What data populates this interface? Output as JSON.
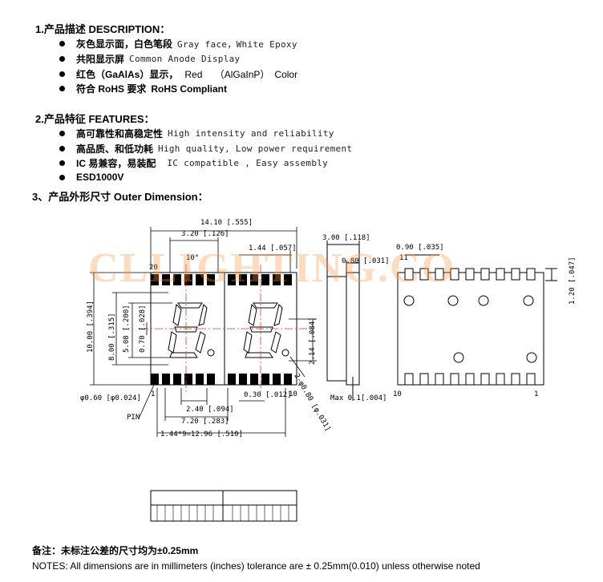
{
  "description": {
    "title": "1.产品描述 DESCRIPTION：",
    "items": [
      {
        "cn": "灰色显示面，白色笔段",
        "en": "Gray face，White Epoxy"
      },
      {
        "cn": "共阳显示屏",
        "en": "Common Anode Display"
      },
      {
        "cn": "红色（GaAlAs）显示，",
        "en": "Red　 （AlGaInP）　Color"
      },
      {
        "cn": "符合 RoHS 要求",
        "en": "RoHS Compliant"
      }
    ]
  },
  "features": {
    "title": "2.产品特征 FEATURES：",
    "items": [
      {
        "cn": "高可靠性和高稳定性",
        "en": "High intensity and reliability"
      },
      {
        "cn": "高品质、和低功耗",
        "en": "High quality, Low power requirement"
      },
      {
        "cn": "IC 易兼容，易装配",
        "en": "IC compatible , Easy assembly"
      },
      {
        "cn": "ESD1000V",
        "en": ""
      }
    ]
  },
  "dimension": {
    "title": "3、产品外形尺寸 Outer Dimension：",
    "labels": {
      "width_total": "14.10 [.555]",
      "digit_pitch": "3.20 [.126]",
      "angle": "10°",
      "pin_offset": "1.44 [.057]",
      "height_total": "10.00 [.394]",
      "digit_height": "8.00 [.315]",
      "seg_height": "5.08 [.200]",
      "seg_width": "0.70 [.028]",
      "dp_dim": "2.14 [.084]",
      "pin_dia": "φ0.60 [φ0.024]",
      "pin_label": "PIN",
      "pin_2_40": "2.40 [.094]",
      "pin_0_30": "0.30 [.012]",
      "pin_7_20": "7.20 [.283]",
      "pin_total": "1.44*9=12.96 [.510]",
      "dp_dia": "2-φ0.80 [φ.031]",
      "side_thick": "3.00 [.118]",
      "side_pin": "0.80 [.031]",
      "side_max": "Max 0.1[.004]",
      "rear_pad": "0.90 [.035]",
      "rear_pad_h": "1.20 [.047]",
      "pin1": "1",
      "pin10": "10",
      "pin11": "11",
      "pin20": "20"
    },
    "watermark": "CLLIGHTING.CO"
  },
  "notes": {
    "cn": "备注：未标注公差的尺寸均为±0.25mm",
    "en": "NOTES: All dimensions are in millimeters (inches) tolerance are ± 0.25mm(0.010) unless otherwise noted"
  }
}
